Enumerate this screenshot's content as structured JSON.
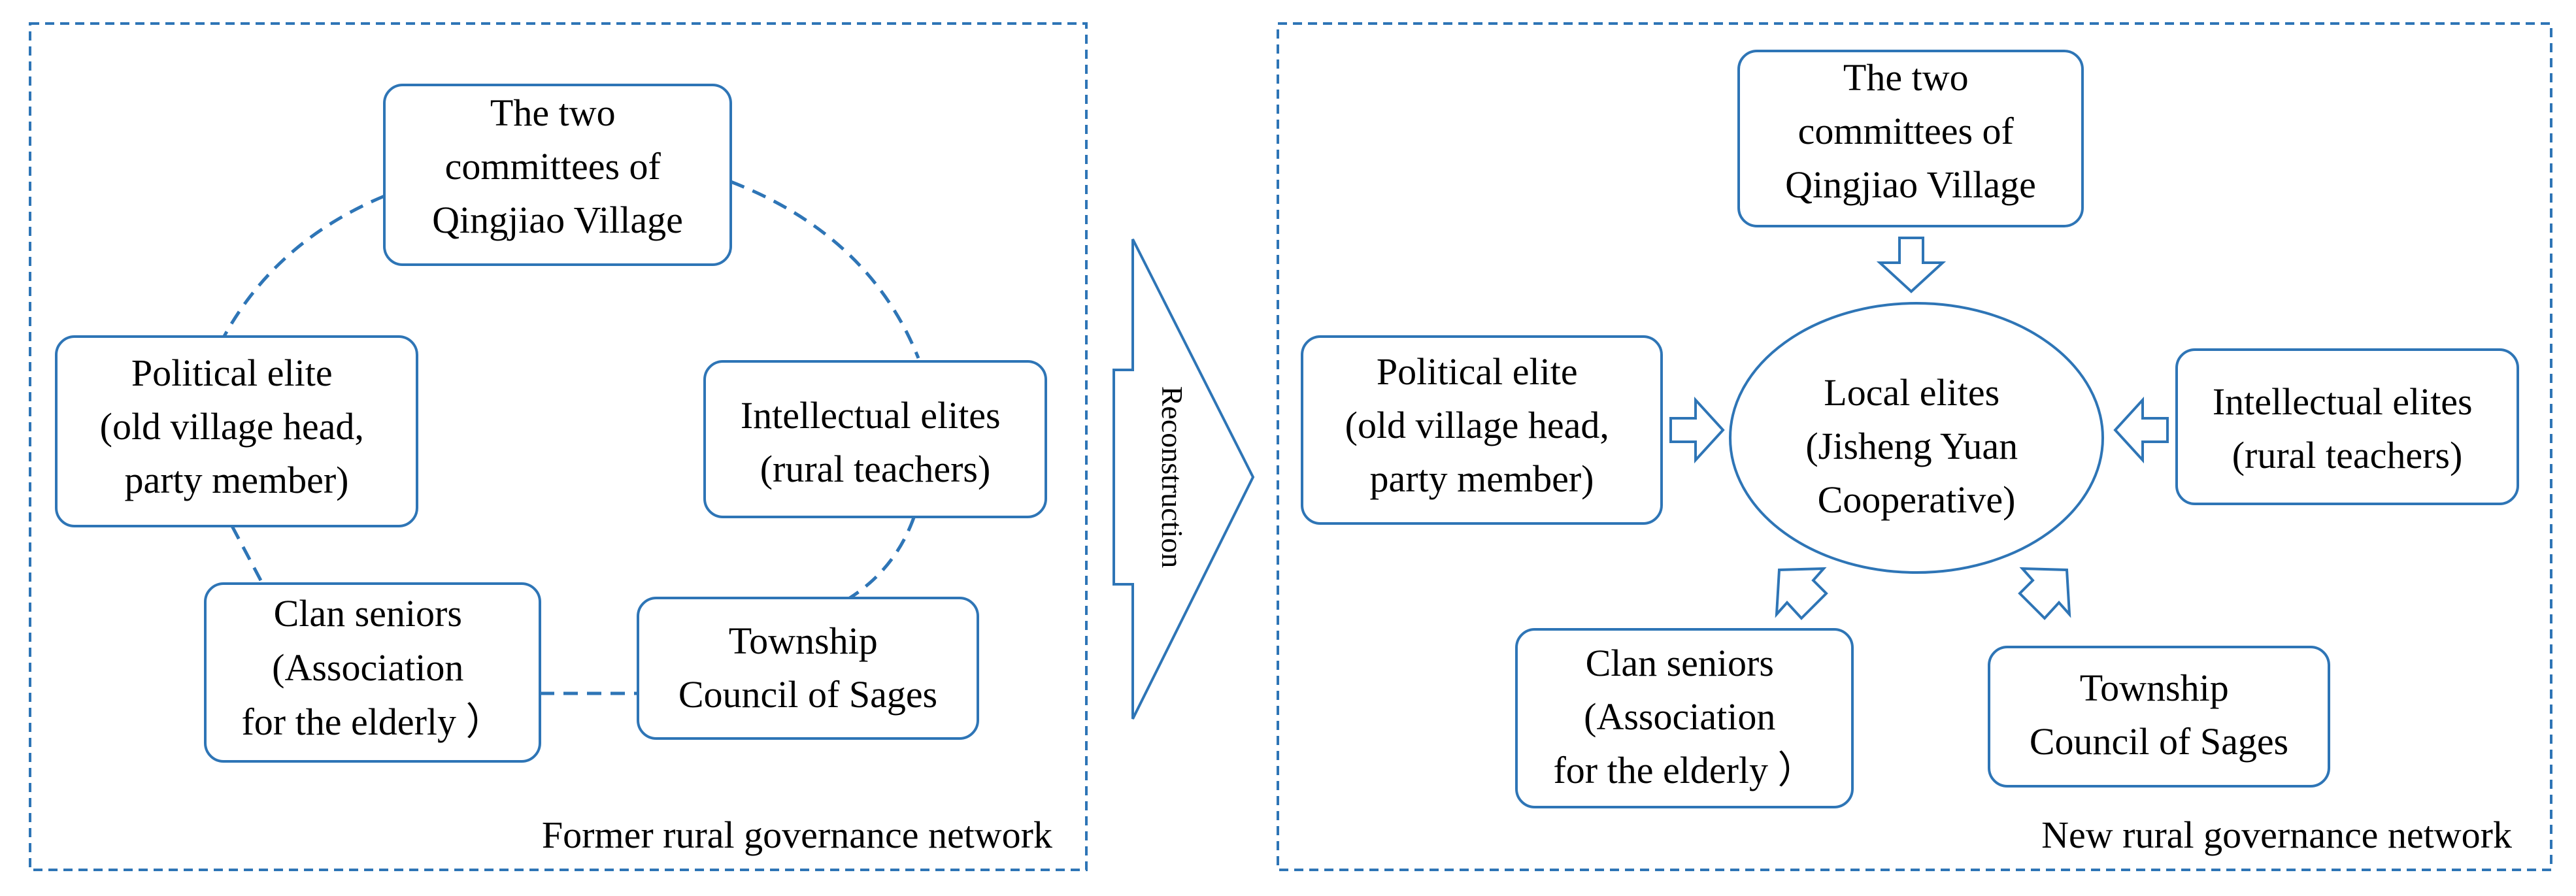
{
  "colors": {
    "stroke": "#2e75b6",
    "text": "#000000",
    "background": "#ffffff"
  },
  "former": {
    "caption": "Former rural governance network",
    "committees": [
      "The two",
      "committees of",
      "Qingjiao Village"
    ],
    "political": [
      "Political elite",
      "(old village head,",
      "party member)"
    ],
    "intellectual": [
      "Intellectual elites",
      "(rural teachers)"
    ],
    "clan": [
      "Clan seniors",
      "(Association",
      "for the elderly ）"
    ],
    "township": [
      "Township",
      "Council of Sages"
    ]
  },
  "transition": {
    "label": "Reconstruction"
  },
  "new": {
    "caption": "New rural governance network",
    "committees": [
      "The two",
      "committees of",
      "Qingjiao Village"
    ],
    "political": [
      "Political elite",
      "(old village head,",
      "party member)"
    ],
    "local": [
      "Local elites",
      "(Jisheng Yuan",
      "Cooperative)"
    ],
    "intellectual": [
      "Intellectual elites",
      "(rural teachers)"
    ],
    "clan": [
      "Clan seniors",
      "(Association",
      "for the elderly ）"
    ],
    "township": [
      "Township",
      "Council of Sages"
    ]
  }
}
